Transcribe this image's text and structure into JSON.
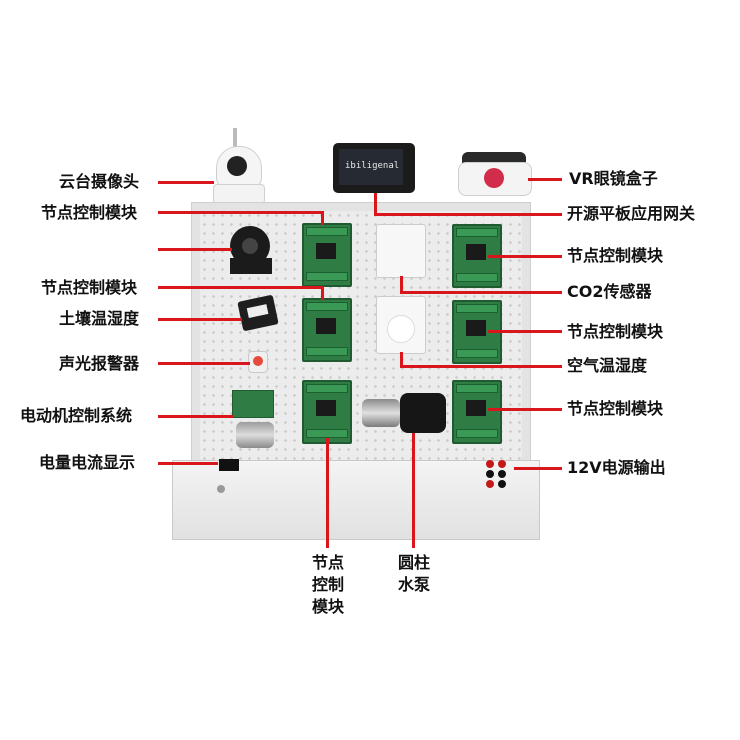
{
  "labels": {
    "camera": "云台摄像头",
    "node_module_top_left": "节点控制模块",
    "node_module_mid_left": "节点控制模块",
    "soil_humidity": "土壤温湿度",
    "sound_light_alarm": "声光报警器",
    "motor_control": "电动机控制系统",
    "power_display": "电量电流显示",
    "vr_box": "VR眼镜盒子",
    "tablet_gateway": "开源平板应用网关",
    "node_module_right_1": "节点控制模块",
    "co2_sensor": "CO2传感器",
    "node_module_right_2": "节点控制模块",
    "air_temp_humidity": "空气温湿度",
    "node_module_right_3": "节点控制模块",
    "power_output": "12V电源输出",
    "node_module_bottom": "节点\n控制\n模块",
    "water_pump": "圆柱\n水泵"
  },
  "tablet_screen_text": "ibiligenal",
  "colors": {
    "callout_line": "#d9161c",
    "pcb_green": "#2f7c45",
    "panel": "#ececec"
  }
}
